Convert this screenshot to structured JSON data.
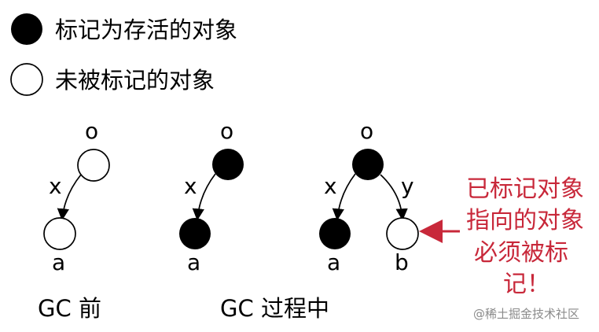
{
  "legend": {
    "filled_label": "标记为存活的对象",
    "hollow_label": "未被标记的对象"
  },
  "diagrams": {
    "before": {
      "title": "GC 前",
      "root_label": "o",
      "edge_label": "x",
      "child_label": "a"
    },
    "during": {
      "title": "GC 过程中",
      "step1": {
        "root_label": "o",
        "edge_label": "x",
        "child_label": "a"
      },
      "step2": {
        "root_label": "o",
        "edge_x_label": "x",
        "edge_y_label": "y",
        "child_a_label": "a",
        "child_b_label": "b"
      }
    }
  },
  "annotation": {
    "lines": [
      "已标记对象",
      "指向的对象",
      "必须被标",
      "记！"
    ]
  },
  "watermark": "@稀土掘金技术社区",
  "colors": {
    "node_filled": "#000000",
    "node_hollow": "#ffffff",
    "annotation": "#c8283a",
    "watermark": "#8a8a8a"
  }
}
